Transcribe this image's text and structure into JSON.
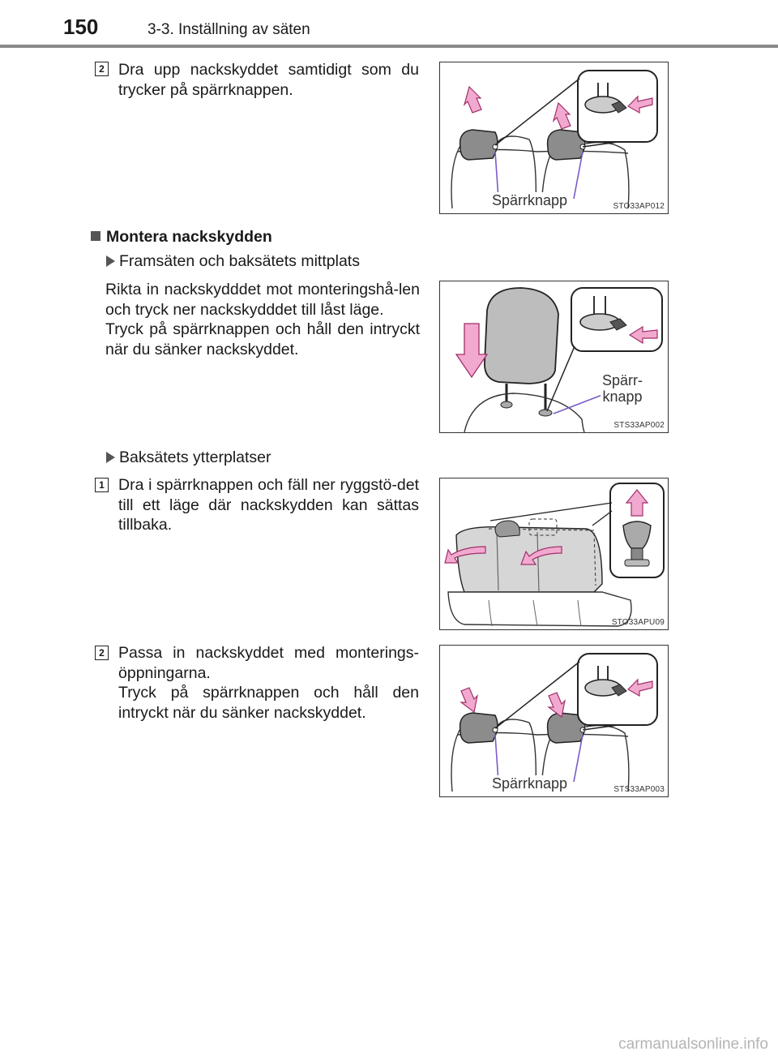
{
  "header": {
    "page_number": "150",
    "section": "3-3. Inställning av säten"
  },
  "blocks": [
    {
      "step": "2",
      "text": "Dra upp nackskyddet samtidigt som du trycker på spärrknappen."
    },
    {
      "text": "Rikta in nackskydddet mot monteringshå-len och tryck ner nackskydddet till låst läge.\nTryck på spärrknappen och håll den intryckt när du sänker nackskyddet."
    },
    {
      "step": "1",
      "text": "Dra i spärrknappen och fäll ner ryggstö-det till ett läge där nackskydden kan sättas tillbaka."
    },
    {
      "step": "2",
      "text": "Passa in nackskyddet med monterings-öppningarna.\nTryck på spärrknappen och håll den intryckt när du sänker nackskyddet."
    }
  ],
  "heading": "Montera nackskydden",
  "subheadings": [
    "Framsäten och baksätets mittplats",
    "Baksätets ytterplatser"
  ],
  "figures": [
    {
      "code": "STO33AP012",
      "label": "Spärrknapp"
    },
    {
      "code": "STS33AP002",
      "label": "Spärr-\nknapp"
    },
    {
      "code": "STO33APU09"
    },
    {
      "code": "STS33AP003",
      "label": "Spärrknapp"
    }
  ],
  "watermark": "carmanualsonline.info",
  "colors": {
    "arrow_fill": "#f2a9cf",
    "arrow_stroke": "#a0306a",
    "callout_line": "#7a5bc9",
    "header_rule": "#8a8a8a"
  }
}
